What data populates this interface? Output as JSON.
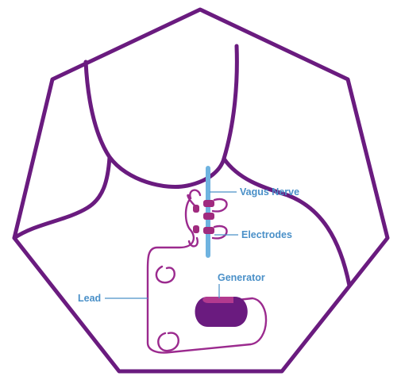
{
  "colors": {
    "outline": "#6a1b7f",
    "lead": "#9b2a8e",
    "electrode": "#a02a7e",
    "generator_body": "#6a1b7f",
    "generator_header": "#b33a8f",
    "nerve": "#6fb3e0",
    "label": "#4a90c8"
  },
  "labels": {
    "vagus_nerve": "Vagus Nerve",
    "electrodes": "Electrodes",
    "generator": "Generator",
    "lead": "Lead"
  }
}
